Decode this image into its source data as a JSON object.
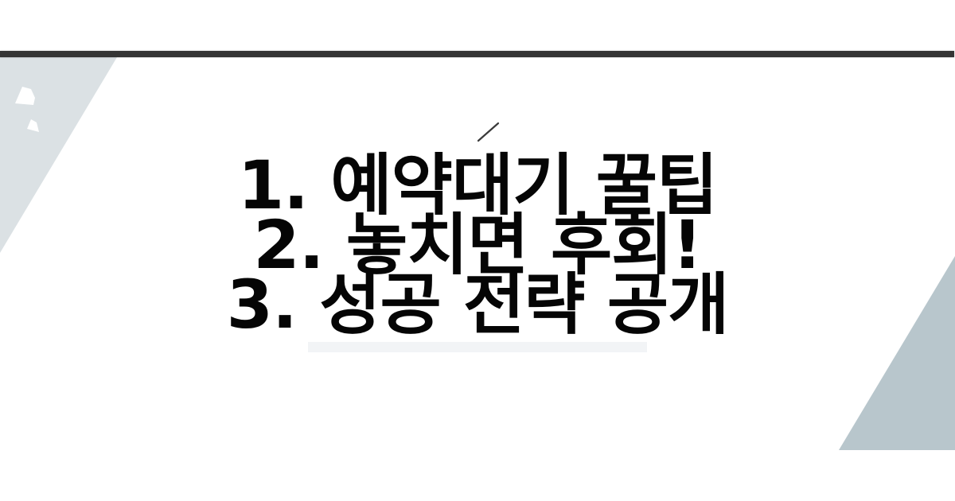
{
  "headline": {
    "lines": [
      "1. 예약대기 꿀팁",
      "2. 놓치면 후회!",
      "3. 성공 전략 공개"
    ]
  },
  "colors": {
    "background": "#ffffff",
    "top_bar": "#353535",
    "left_shape": "#dbe1e4",
    "right_shape": "#b8c6cc",
    "text": "#050505",
    "underline": "#f2f4f6",
    "slash": "#3a3a3a"
  }
}
